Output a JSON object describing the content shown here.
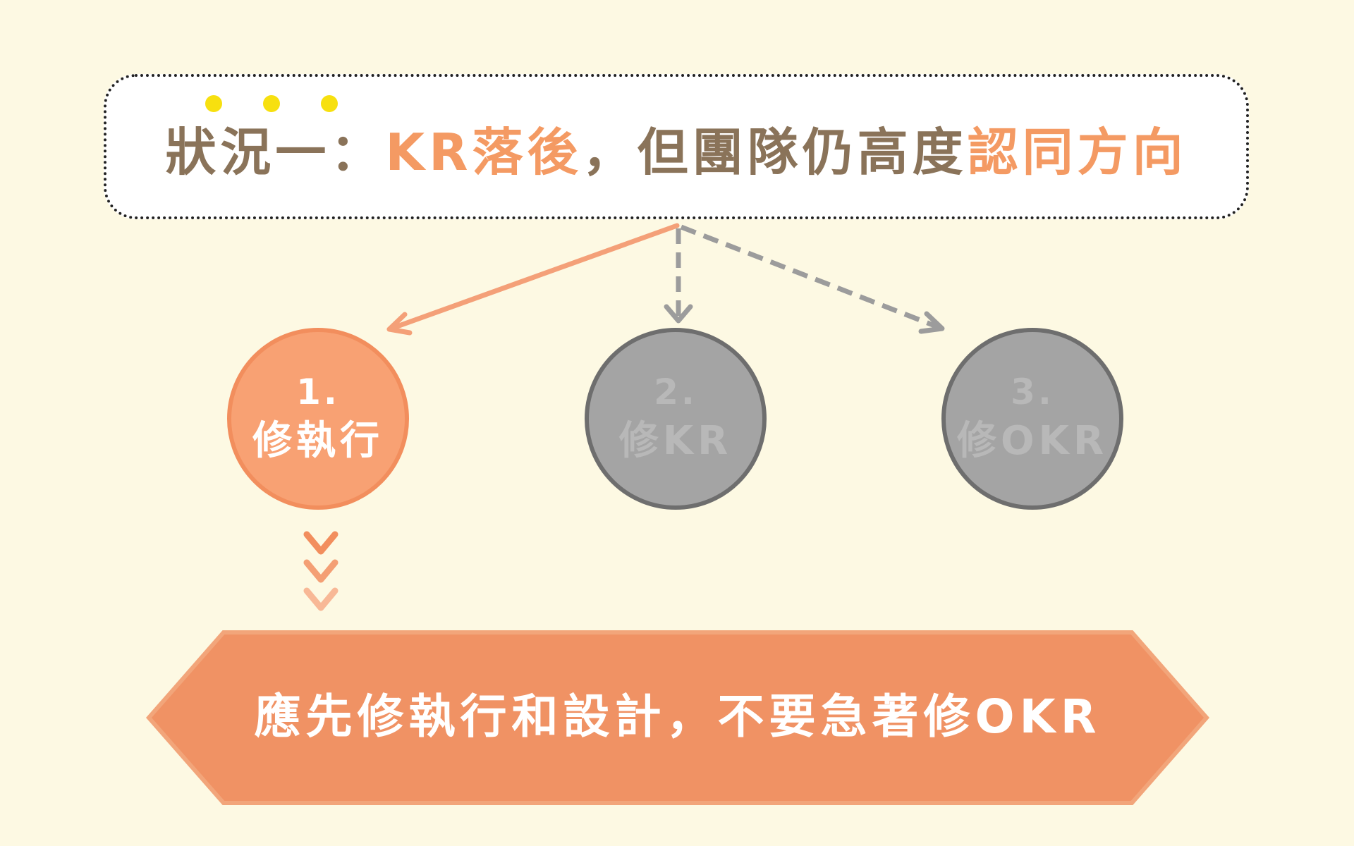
{
  "colors": {
    "background": "#fdf9e3",
    "title_brown": "#8a7359",
    "accent_orange": "#f49a63",
    "circle_orange_fill": "#f8a173",
    "circle_orange_border": "#f28e5d",
    "circle_gray_fill": "#a4a4a4",
    "circle_gray_border": "#6e6e6e",
    "circle_gray_text": "#b8b8b8",
    "dashed_gray": "#9c9c9c",
    "banner_fill": "#f09264",
    "banner_border": "#f2a57a",
    "dot_yellow": "#f7e00f",
    "white_text": "#ffffff"
  },
  "title": {
    "part1": "狀況一：",
    "part2": "KR落後",
    "part3": "，但團隊仍高度",
    "part4": "認同方向"
  },
  "options": [
    {
      "number": "1.",
      "label": "修執行",
      "state": "active"
    },
    {
      "number": "2.",
      "label": "修KR",
      "state": "inactive"
    },
    {
      "number": "3.",
      "label": "修OKR",
      "state": "inactive"
    }
  ],
  "conclusion": {
    "text": "應先修執行和設計，不要急著修OKR"
  }
}
